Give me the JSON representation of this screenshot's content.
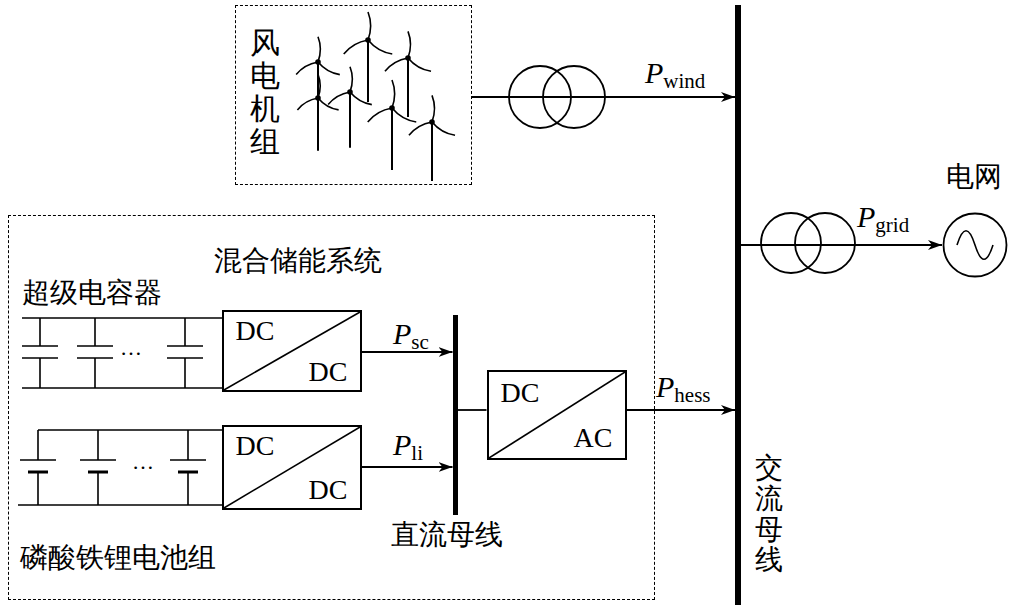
{
  "diagram": {
    "nodes": [
      {
        "text": [
          "风电机组"
        ]
      },
      {
        "text": [
          "混合储能系统"
        ]
      },
      {
        "text": [
          "DC",
          "DC"
        ],
        "in": 1
      },
      {
        "text": [
          "DC",
          "DC"
        ],
        "in": 1
      },
      {
        "text": [
          "直流母线"
        ],
        "in": 1
      },
      {
        "text": [
          "DC",
          "AC"
        ],
        "in": 1
      },
      {
        "text": [
          "交流母线"
        ]
      },
      {
        "text": [
          "电网"
        ]
      }
    ],
    "edges": [
      {
        "from": 0,
        "to": 6,
        "arrow": "to",
        "label": "Pwind"
      },
      {
        "from": 2,
        "to": 4,
        "arrow": "to",
        "label": "Psc"
      },
      {
        "from": 3,
        "to": 4,
        "arrow": "to",
        "label": "Pli"
      },
      {
        "from": 4,
        "to": 5,
        "arrow": "none"
      },
      {
        "from": 5,
        "to": 6,
        "arrow": "to",
        "label": "Phess"
      },
      {
        "from": 6,
        "to": 7,
        "arrow": "to",
        "label": "Pgrid"
      }
    ],
    "labels": [
      "超级电容器",
      "…",
      "磷酸铁锂电池组",
      "…"
    ]
  }
}
